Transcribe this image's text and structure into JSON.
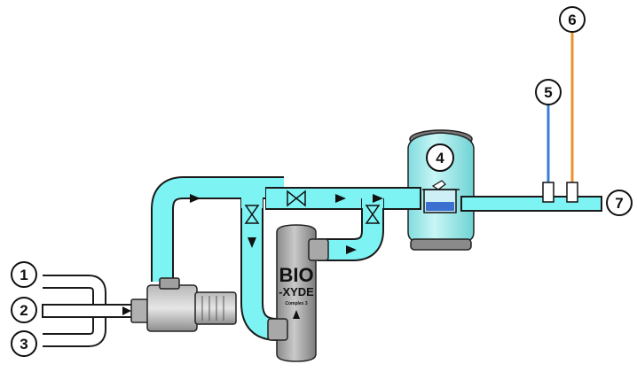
{
  "labels": {
    "inlet_1": "1",
    "inlet_2": "2",
    "inlet_3": "3",
    "filter": "4",
    "probe_blue": "5",
    "probe_orange": "6",
    "outlet": "7"
  },
  "unit": {
    "brand_line1": "BIO",
    "brand_line2": "-XYDE",
    "model": "Complex 3"
  },
  "colors": {
    "pipe_fill": "#7df3f3",
    "pipe_stroke": "#1a1a1a",
    "filter_fill": "#8ee9ea",
    "unit_fill": "#9e9e9e",
    "probe_blue": "#3a7fd5",
    "probe_orange": "#f0902a"
  }
}
